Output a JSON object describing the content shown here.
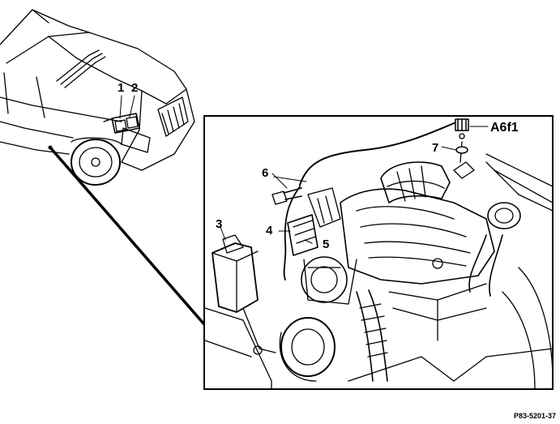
{
  "callouts": {
    "c1": "1",
    "c2": "2",
    "c3": "3",
    "c4": "4",
    "c5": "5",
    "c6": "6",
    "c7": "7",
    "a6f1": "A6f1"
  },
  "figure_code": "P83-5201-37"
}
